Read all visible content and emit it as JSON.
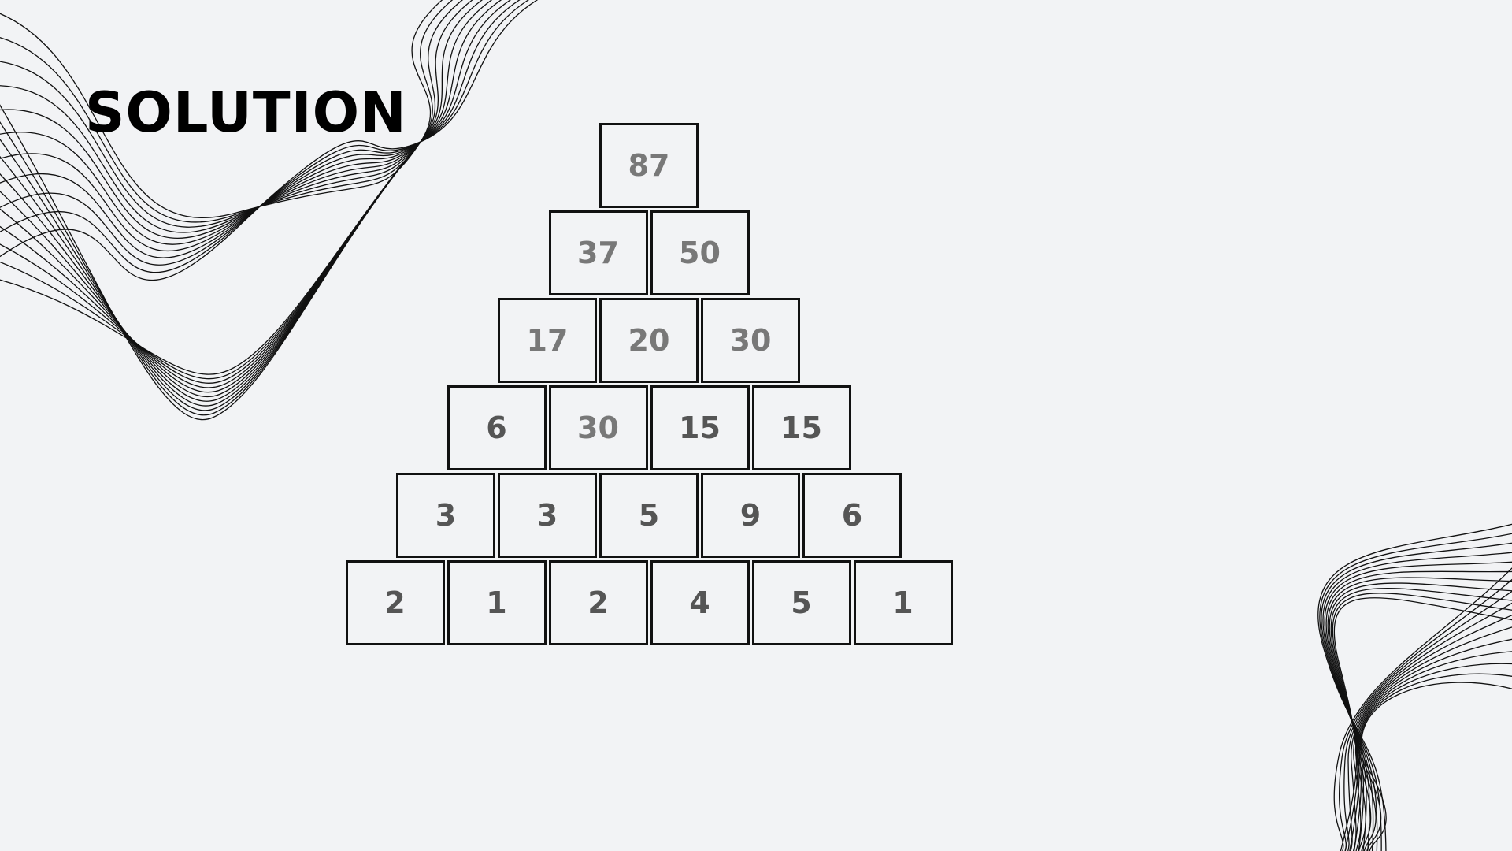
{
  "slide": {
    "title": "SOLUTION"
  },
  "colors": {
    "background": "#f2f3f5",
    "title": "#000000",
    "cell_border": "#111111",
    "given_number": "#555555",
    "solved_number": "#787878",
    "wave_lines": "#111111"
  },
  "pyramid": {
    "rows": [
      {
        "cells": [
          {
            "value": "87",
            "kind": "solved"
          }
        ]
      },
      {
        "cells": [
          {
            "value": "37",
            "kind": "solved"
          },
          {
            "value": "50",
            "kind": "solved"
          }
        ]
      },
      {
        "cells": [
          {
            "value": "17",
            "kind": "solved"
          },
          {
            "value": "20",
            "kind": "solved"
          },
          {
            "value": "30",
            "kind": "solved"
          }
        ]
      },
      {
        "cells": [
          {
            "value": "6",
            "kind": "given"
          },
          {
            "value": "30",
            "kind": "solved"
          },
          {
            "value": "15",
            "kind": "given"
          },
          {
            "value": "15",
            "kind": "given"
          }
        ]
      },
      {
        "cells": [
          {
            "value": "3",
            "kind": "given"
          },
          {
            "value": "3",
            "kind": "given"
          },
          {
            "value": "5",
            "kind": "given"
          },
          {
            "value": "9",
            "kind": "given"
          },
          {
            "value": "6",
            "kind": "given"
          }
        ]
      },
      {
        "cells": [
          {
            "value": "2",
            "kind": "given"
          },
          {
            "value": "1",
            "kind": "given"
          },
          {
            "value": "2",
            "kind": "given"
          },
          {
            "value": "4",
            "kind": "given"
          },
          {
            "value": "5",
            "kind": "given"
          },
          {
            "value": "1",
            "kind": "given"
          }
        ]
      }
    ]
  }
}
